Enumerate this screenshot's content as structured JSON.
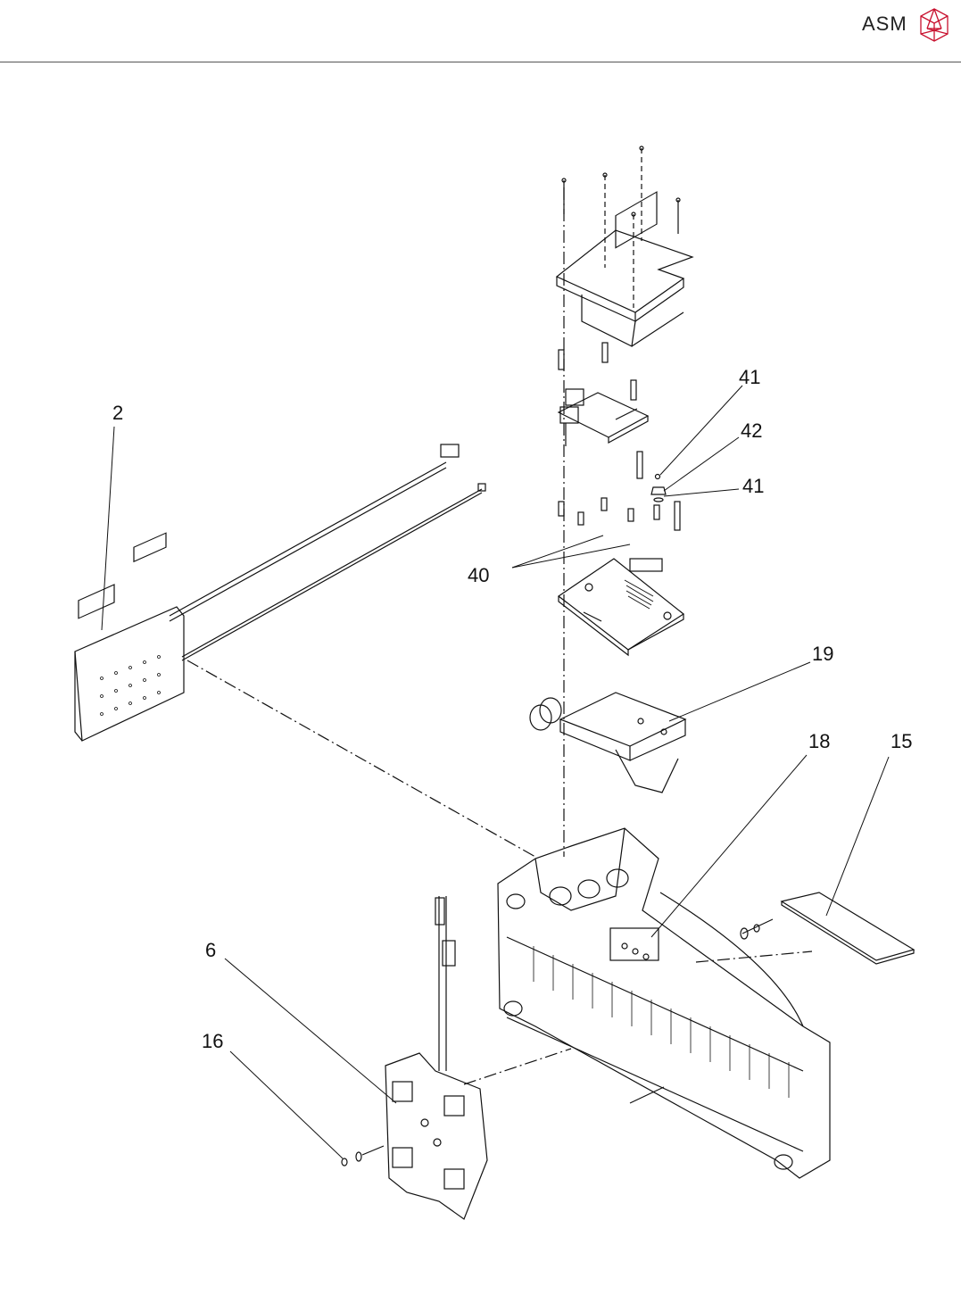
{
  "header": {
    "brand": "ASM",
    "brand_color": "#c8102e",
    "logo_icon": "asm-hexagon-logo-icon"
  },
  "callouts": [
    {
      "id": "c2",
      "label": "2"
    },
    {
      "id": "c41a",
      "label": "41"
    },
    {
      "id": "c42",
      "label": "42"
    },
    {
      "id": "c41b",
      "label": "41"
    },
    {
      "id": "c40",
      "label": "40"
    },
    {
      "id": "c19",
      "label": "19"
    },
    {
      "id": "c18",
      "label": "18"
    },
    {
      "id": "c15",
      "label": "15"
    },
    {
      "id": "c6",
      "label": "6"
    },
    {
      "id": "c16",
      "label": "16"
    }
  ]
}
